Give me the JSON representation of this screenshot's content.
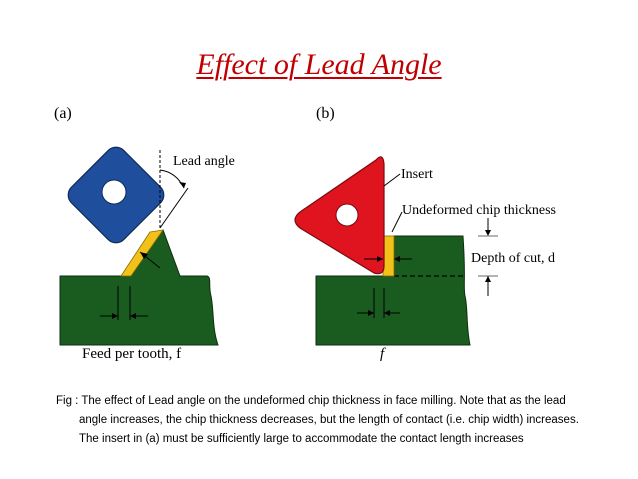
{
  "slide": {
    "title": "Effect of Lead Angle"
  },
  "diagram_a": {
    "panel_label": "(a)",
    "lead_angle_label": "Lead angle",
    "feed_label": "Feed per tooth, f"
  },
  "diagram_b": {
    "panel_label": "(b)",
    "insert_label": "Insert",
    "chip_label": "Undeformed chip thickness",
    "depth_label": "Depth of cut, d",
    "feed_label": "f"
  },
  "caption": {
    "line1": "Fig : The effect of Lead angle on the undeformed chip thickness in face milling. Note that as the lead",
    "line2": "angle increases, the chip thickness decreases, but the length of contact (i.e. chip width) increases.",
    "line3": "The insert in (a) must be sufficiently large to accommodate the contact length increases"
  },
  "colors": {
    "title": "#c00000",
    "workpiece": "#1a5c1f",
    "insert_a": "#1f4f9c",
    "insert_b": "#e0141e",
    "chip": "#f2c21a"
  }
}
